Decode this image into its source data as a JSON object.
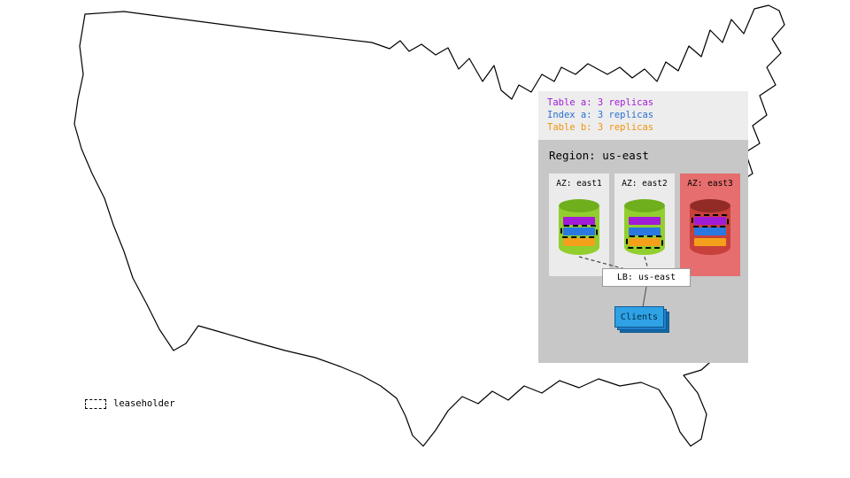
{
  "summary": {
    "items": [
      {
        "id": "table-a",
        "label": "Table a: 3 replicas",
        "color": "#a21bd6"
      },
      {
        "id": "index-a",
        "label": "Index a: 3 replicas",
        "color": "#2b6fd4"
      },
      {
        "id": "table-b",
        "label": "Table b: 3 replicas",
        "color": "#f0940a"
      }
    ]
  },
  "region": {
    "title": "Region: us-east",
    "azs": [
      {
        "label": "AZ: east1",
        "status": "up",
        "replicas": [
          "Table a",
          "Index a",
          "Table b"
        ],
        "leaseholder": "Index a"
      },
      {
        "label": "AZ: east2",
        "status": "up",
        "replicas": [
          "Table a",
          "Index a",
          "Table b"
        ],
        "leaseholder": "Table b"
      },
      {
        "label": "AZ: east3",
        "status": "down",
        "replicas": [
          "Table a",
          "Index a",
          "Table b"
        ],
        "leaseholder": "Table a"
      }
    ]
  },
  "load_balancer": {
    "label": "LB: us-east"
  },
  "clients": {
    "label": "Clients"
  },
  "legend": {
    "leaseholder_label": "leaseholder"
  },
  "colors": {
    "table_a": "#a21bd6",
    "index_a": "#2b79e0",
    "table_b": "#f5a01b",
    "db_healthy": "#92cf2e",
    "db_down": "#c8403a",
    "az_healthy_bg": "#ebebeb",
    "az_down_bg": "#e66e6e",
    "region_bg": "#c7c7c7",
    "summary_bg": "#ededed",
    "clients_bg": "#2fa2e6"
  }
}
